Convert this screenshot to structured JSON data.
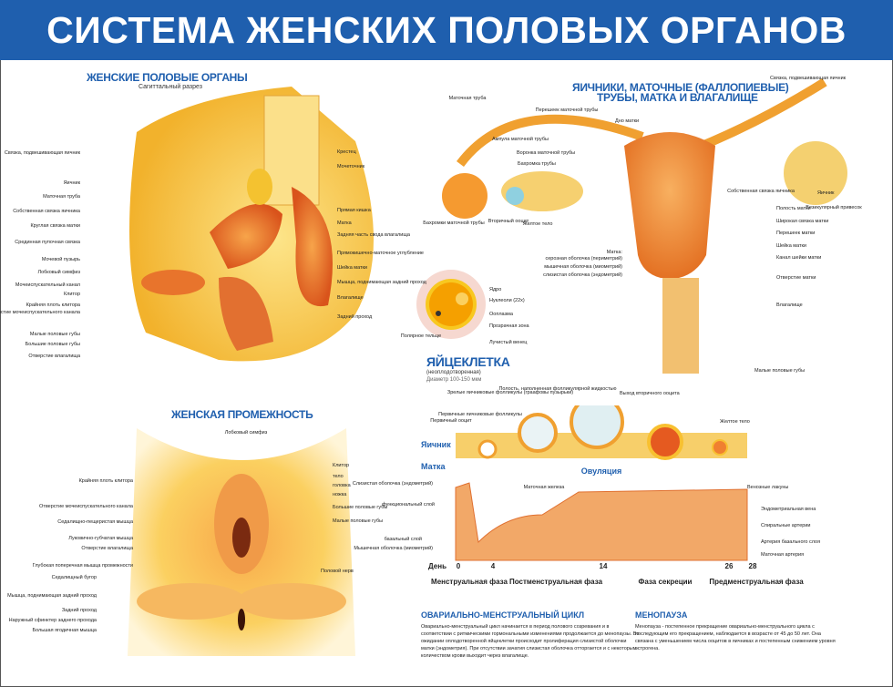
{
  "title": "СИСТЕМА ЖЕНСКИХ ПОЛОВЫХ ОРГАНОВ",
  "sagittal": {
    "title": "ЖЕНСКИЕ ПОЛОВЫЕ ОРГАНЫ",
    "subtitle": "Сагиттальный разрез",
    "left_labels": [
      "Связка, подвешивающая яичник",
      "Яичник",
      "Маточная труба",
      "Собственная связка яичника",
      "Круглая связка матки",
      "Срединная пупочная связка",
      "Мочевой пузырь",
      "Лобковый симфиз",
      "Мочеиспускательный канал",
      "Клитор",
      "Крайняя плоть клитора",
      "Отверстие мочеиспускательного канала",
      "Малые половые губы",
      "Большие половые губы",
      "Отверстие влагалища"
    ],
    "right_labels": [
      "Крестец",
      "Мочеточник",
      "Прямая кишка",
      "Матка",
      "Задняя часть свода влагалища",
      "Прямокишечно-маточное углубление",
      "Шейка матки",
      "Мышца, поднимающая задний проход",
      "Влагалище",
      "Задний проход"
    ]
  },
  "uterus": {
    "title_line1": "ЯИЧНИКИ, МАТОЧНЫЕ (ФАЛЛОПИЕВЫЕ)",
    "title_line2": "ТРУБЫ, МАТКА И ВЛАГАЛИЩЕ",
    "labels": [
      "Маточная труба",
      "Перешеек маточной трубы",
      "Ампула маточной трубы",
      "Воронка маточной трубы",
      "Бахромка трубы",
      "Дно матки",
      "Бахромки маточной трубы",
      "Вторичный ооцит",
      "Желтое тело",
      "Связка, подвешивающая яичник",
      "Собственная связка яичника",
      "Яичник",
      "Везикулярный привесок",
      "Полость матки",
      "Широкая связка матки",
      "Перешеек матки",
      "Шейка матки",
      "Канал шейки матки",
      "Отверстие матки",
      "Влагалище",
      "Малые половые губы",
      "Матка:",
      "серозная оболочка (периметрий)",
      "мышечная оболочка (миометрий)",
      "слизистая оболочка (эндометрий)"
    ]
  },
  "ovum": {
    "title": "ЯЙЦЕКЛЕТКА",
    "subtitle": "(неоплодотворенная)",
    "diameter": "Диаметр 100-150 мкм",
    "labels": [
      "Ядро",
      "Нуклеоли (22x)",
      "Ооплазма",
      "Прозрачная зона",
      "Лучистый венец",
      "Полярное тельце"
    ]
  },
  "perineum": {
    "title": "ЖЕНСКАЯ ПРОМЕЖНОСТЬ",
    "labels": [
      "Лобковый симфиз",
      "Крайняя плоть клитора",
      "Отверстие мочеиспускательного канала",
      "Седалищно-пещеристая мышца",
      "Луковично-губчатая мышца",
      "Отверстие влагалища",
      "Глубокая поперечная мышца промежности",
      "Седалищный бугор",
      "Мышца, поднимающая задний проход",
      "Задний проход",
      "Наружный сфинктер заднего прохода",
      "Большая ягодичная мышца",
      "Клитор",
      "тело",
      "головка",
      "ножка",
      "Большие половые губы",
      "Малые половые губы",
      "Половой нерв"
    ]
  },
  "cycle": {
    "ovary_label": "Яичник",
    "uterus_label": "Матка",
    "ovulation": "Овуляция",
    "labels": [
      "Первичный ооцит",
      "Первичные яичниковые фолликулы",
      "Зрелые яичниковые фолликулы (граафовы пузырьки)",
      "Полость, наполненная фолликулярной жидкостью",
      "Выход вторичного ооцита",
      "Желтое тело",
      "Слизистая оболочка (эндометрий)",
      "функциональный слой",
      "базальный слой",
      "Мышечная оболочка (миометрий)",
      "Маточная железа",
      "Венозные лакуны",
      "Эндометриальная вена",
      "Спиральные артерии",
      "Артерия базального слоя",
      "Маточная артерия"
    ],
    "day_label": "День",
    "days": [
      "0",
      "4",
      "14",
      "26",
      "28"
    ],
    "phases": [
      "Менструальная фаза",
      "Постменструальная фаза",
      "Фаза секреции",
      "Предменструальная фаза"
    ]
  },
  "texts": {
    "cycle_heading": "ОВАРИАЛЬНО-МЕНСТРУАЛЬНЫЙ ЦИКЛ",
    "cycle_body": "Овариально-менструальный цикл начинается в период полового созревания и в соответствии с ритмическими гормональными изменениями продолжается до менопаузы. Во ожидании оплодотворенной яйцеклетки происходит пролиферация слизистой оболочки матки (эндометрия). При отсутствии зачатия слизистая оболочка отторгается и с некоторым количеством крови выходит через влагалище.",
    "menopause_heading": "МЕНОПАУЗА",
    "menopause_body": "Менопауза - постепенное прекращение овариально-менструального цикла с последующим его прекращением, наблюдается в возрасте от 45 до 50 лет. Она связана с уменьшением числа ооцитов в яичниках и постепенным снижением уровня эстрогена."
  },
  "colors": {
    "brand": "#1f5fae",
    "tissue": "#f08a24",
    "fat": "#f7c948"
  }
}
